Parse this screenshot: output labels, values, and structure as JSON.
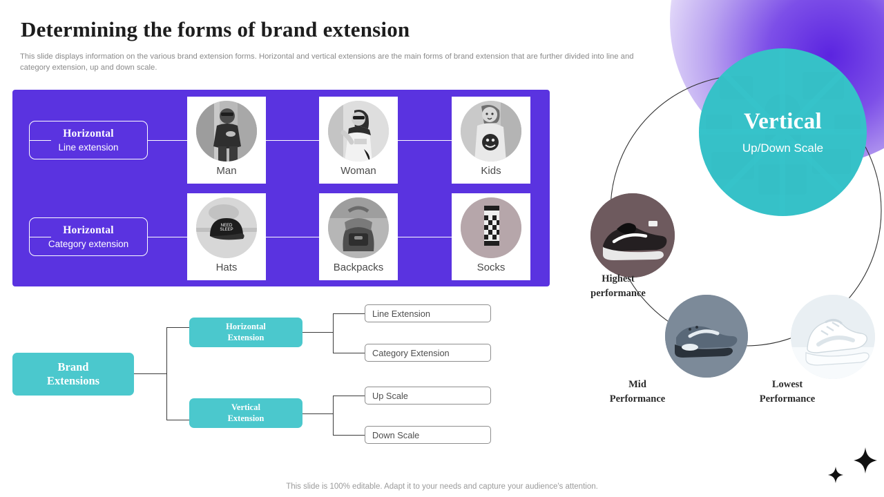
{
  "header": {
    "title": "Determining the forms of brand extension",
    "subtitle": "This slide displays information on the various brand extension forms. Horizontal and vertical extensions are the main forms of brand extension that are further divided into line and category extension, up and down scale."
  },
  "colors": {
    "purple_panel": "#5a33e0",
    "teal": "#4bc8cd",
    "big_circle_teal": "#3fcbd2",
    "glow_purple": "#5b24e0",
    "highest_circle": "#6e5a5e",
    "mid_circle": "#7c8a99",
    "lowest_circle": "#e8eef2",
    "line": "#3a3a3a",
    "muted_text": "#8a8a8a"
  },
  "purple_panel": {
    "rows": [
      {
        "pill_title": "Horizontal",
        "pill_subtitle": "Line extension",
        "cards": [
          {
            "label": "Man",
            "icon": "man-photo"
          },
          {
            "label": "Woman",
            "icon": "woman-photo"
          },
          {
            "label": "Kids",
            "icon": "kids-photo"
          }
        ]
      },
      {
        "pill_title": "Horizontal",
        "pill_subtitle": "Category extension",
        "cards": [
          {
            "label": "Hats",
            "icon": "hat-photo"
          },
          {
            "label": "Backpacks",
            "icon": "backpack-photo"
          },
          {
            "label": "Socks",
            "icon": "sock-photo"
          }
        ]
      }
    ]
  },
  "tree": {
    "root": "Brand\nExtensions",
    "root_line1": "Brand",
    "root_line2": "Extensions",
    "branches": [
      {
        "title_line1": "Horizontal",
        "title_line2": "Extension",
        "leaves": [
          "Line Extension",
          "Category Extension"
        ]
      },
      {
        "title_line1": "Vertical",
        "title_line2": "Extension",
        "leaves": [
          "Up Scale",
          "Down Scale"
        ]
      }
    ]
  },
  "circle_diagram": {
    "center": {
      "title": "Vertical",
      "subtitle": "Up/Down Scale"
    },
    "nodes": [
      {
        "label_line1": "Highest",
        "label_line2": "performance",
        "icon": "dark-sneaker-photo",
        "color": "#6e5a5e"
      },
      {
        "label_line1": "Mid",
        "label_line2": "Performance",
        "icon": "gray-sneaker-photo",
        "color": "#7c8a99"
      },
      {
        "label_line1": "Lowest",
        "label_line2": "Performance",
        "icon": "white-sneaker-photo",
        "color": "#e8eef2"
      }
    ]
  },
  "footer": {
    "note": "This slide is 100% editable. Adapt it to your needs and capture your audience's attention."
  }
}
